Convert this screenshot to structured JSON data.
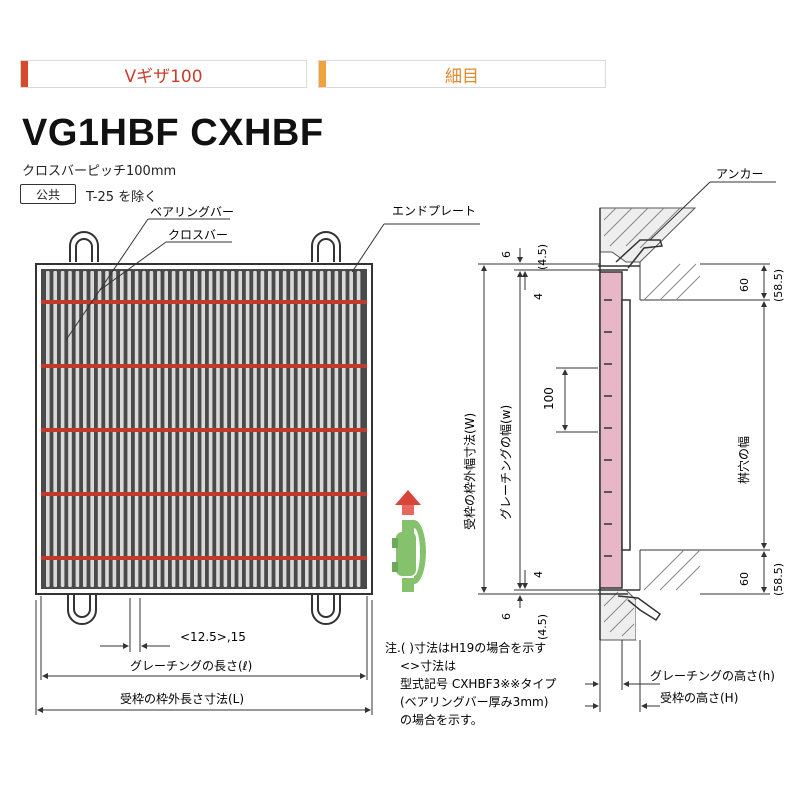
{
  "tabs": [
    {
      "label": "Vギザ100",
      "color": "#d94a2b"
    },
    {
      "label": "細目",
      "color": "#f0a23c"
    }
  ],
  "title": "VG1HBF CXHBF",
  "subtitle": "クロスバーピッチ100mm",
  "public_box": "公共",
  "public_note": "T-25 を除く",
  "labels": {
    "bearing_bar": "ベアリングバー",
    "cross_bar": "クロスバー",
    "end_plate": "エンドプレート",
    "anchor": "アンカー",
    "pitch": "<12.5>,15",
    "grating_length": "グレーチングの長さ(ℓ)",
    "frame_length": "受枠の枠外長さ寸法(L)",
    "frame_width": "受枠の枠外幅寸法(W)",
    "grating_width": "グレーチングの幅(w)",
    "opening_width": "桝穴の幅",
    "grating_height": "グレーチングの高さ(h)",
    "frame_height": "受枠の高さ(H)"
  },
  "dimensions": {
    "d6": "6",
    "d45": "(4.5)",
    "d4": "4",
    "d100": "100",
    "d60": "60",
    "d585": "(58.5)"
  },
  "note_lines": [
    "注.(  )寸法はH19の場合を示す",
    "<>寸法は",
    "型式記号 CXHBF3※※タイプ",
    "(ベアリングバー厚み3mm)",
    "の場合を示す。"
  ],
  "colors": {
    "crossbar": "#c0392b",
    "arrow": "#d9443a",
    "car": "#86c26e",
    "grating_fill": "#e7b7c8"
  }
}
